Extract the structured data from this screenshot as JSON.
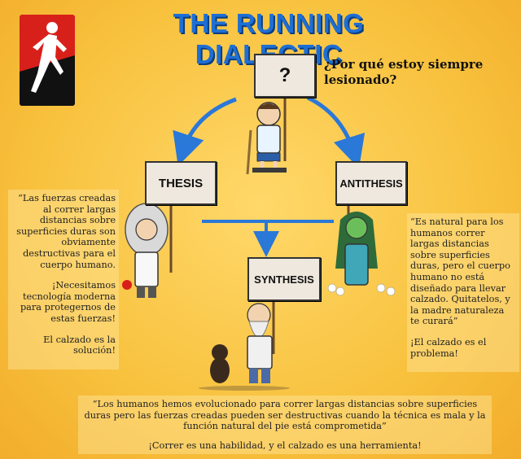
{
  "title": "THE RUNNING DIALECTIC",
  "question_sign": "?",
  "question_text": "¿Por qué estoy siempre lesionado?",
  "thesis": {
    "label": "THESIS",
    "quote": "“Las fuerzas creadas al correr largas distancias sobre superficies duras son obviamente destructivas para el cuerpo humano.",
    "para2": "¡Necesitamos tecnología moderna para protegernos de estas fuerzas!",
    "para3": "El calzado es la solución!"
  },
  "antithesis": {
    "label": "ANTITHESIS",
    "quote": "“Es natural para los humanos correr largas distancias sobre superficies duras, pero el cuerpo humano no está diseñado para llevar calzado. Quitatelos, y la madre naturaleza te curará”",
    "para2": "¡El calzado es el problema!"
  },
  "synthesis": {
    "label": "SYNTHESIS",
    "quote": "“Los humanos hemos evolucionado para correr largas distancias sobre superficies duras pero las fuerzas creadas pueden ser destructivas cuando la técnica es mala y la función natural del pie está comprometida”",
    "para2": "¡Correr es una habilidad, y el calzado es una herramienta!"
  },
  "colors": {
    "title_blue": "#1e6fd4",
    "arrow_blue": "#2a78d8",
    "logo_red": "#d8201a",
    "logo_black": "#111111"
  }
}
